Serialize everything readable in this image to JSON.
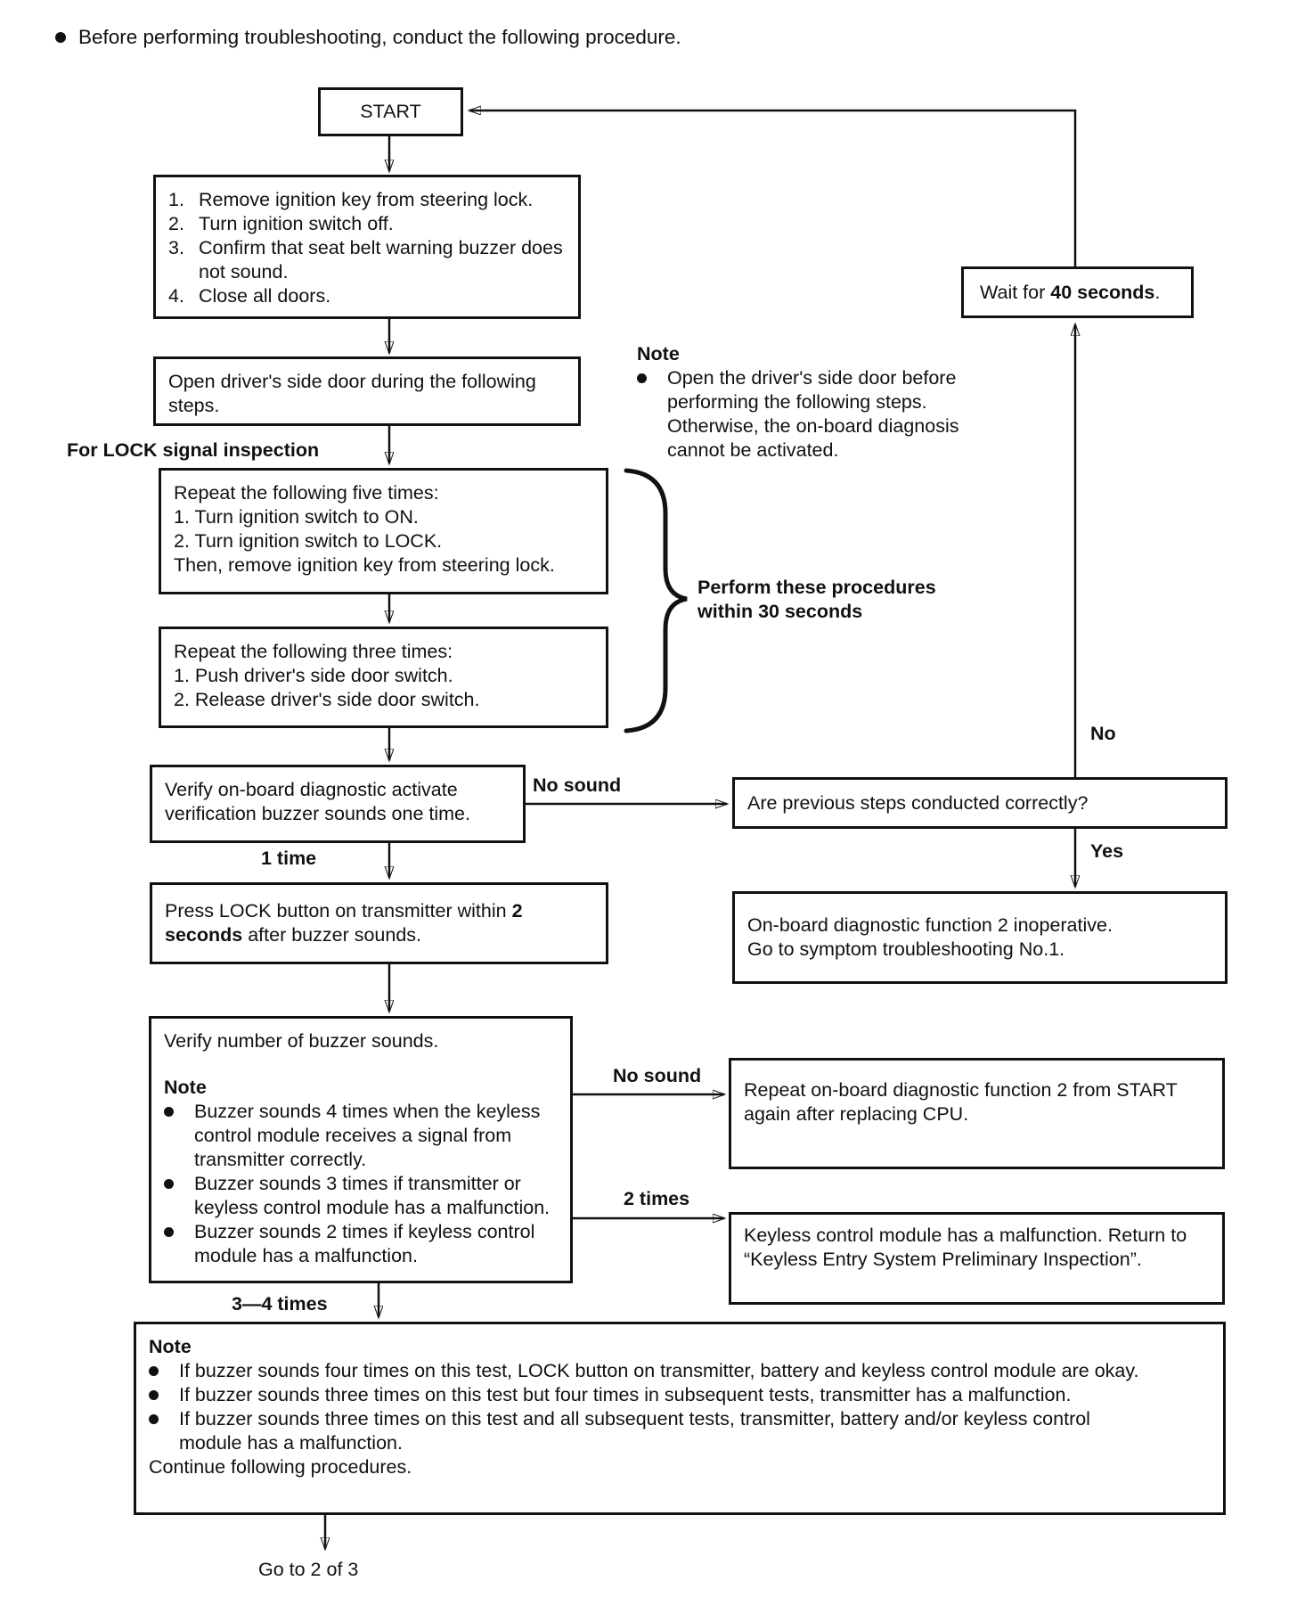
{
  "colors": {
    "ink": "#111111",
    "paper": "#ffffff"
  },
  "intro": "Before performing troubleshooting, conduct the following procedure.",
  "nodes": {
    "start": "START",
    "prep": {
      "items": [
        {
          "n": "1.",
          "t": "Remove ignition key from steering lock."
        },
        {
          "n": "2.",
          "t": "Turn ignition switch off."
        },
        {
          "n": "3.",
          "t": "Confirm that seat belt warning buzzer does not sound."
        },
        {
          "n": "4.",
          "t": "Close all doors."
        }
      ]
    },
    "open_door": "Open driver's side door during the following steps.",
    "note_open": {
      "label": "Note",
      "text": "Open the driver's side door before performing the following steps. Otherwise, the on-board diagnosis cannot be activated."
    },
    "for_lock": "For LOCK signal inspection",
    "repeat_five": {
      "lines": [
        "Repeat the following five times:",
        "1. Turn ignition switch to ON.",
        "2. Turn ignition switch to LOCK.",
        "Then, remove ignition key from steering lock."
      ]
    },
    "repeat_three": {
      "lines": [
        "Repeat the following three times:",
        "1. Push driver's side door switch.",
        "2. Release driver's side door switch."
      ]
    },
    "brace_note": {
      "line1": "Perform these procedures",
      "line2": "within 30 seconds"
    },
    "verify_buzzer_once": "Verify on-board diagnostic activate verification buzzer sounds one time.",
    "wait": {
      "pre": "Wait for ",
      "bold": "40 seconds",
      "post": "."
    },
    "prev_steps": "Are previous steps conducted correctly?",
    "inoperative": {
      "line1": "On-board diagnostic function 2 inoperative.",
      "line2": "Go to symptom troubleshooting No.1."
    },
    "press_lock": {
      "pre": "Press LOCK button on transmitter within ",
      "bold": "2 seconds",
      "post": " after buzzer sounds."
    },
    "verify_count": {
      "title": "Verify number of buzzer sounds.",
      "note_label": "Note",
      "bullets": [
        "Buzzer sounds 4 times when the keyless control module receives a signal from transmitter correctly.",
        "Buzzer sounds 3 times if transmitter or keyless control module has a malfunction.",
        "Buzzer sounds 2 times if keyless control module has a malfunction."
      ]
    },
    "replace_cpu": "Repeat on-board diagnostic function 2 from START again after replacing CPU.",
    "keyless_malfunction": "Keyless control module has a malfunction. Return to “Keyless Entry System Preliminary Inspection”.",
    "final_note": {
      "note_label": "Note",
      "bullets": [
        "If buzzer sounds four times on this test, LOCK button on transmitter, battery and keyless control module are okay.",
        "If buzzer sounds three times on this test but four times in subsequent tests, transmitter has a malfunction.",
        "If buzzer sounds three times on this test and all subsequent tests, transmitter, battery and/or keyless control module has a malfunction."
      ],
      "footer": "Continue following procedures."
    }
  },
  "labels": {
    "no_sound_top": "No sound",
    "one_time": "1 time",
    "no": "No",
    "yes": "Yes",
    "no_sound_bottom": "No sound",
    "two_times": "2 times",
    "three_four_times": "3—4 times",
    "goto": "Go to 2 of 3"
  }
}
